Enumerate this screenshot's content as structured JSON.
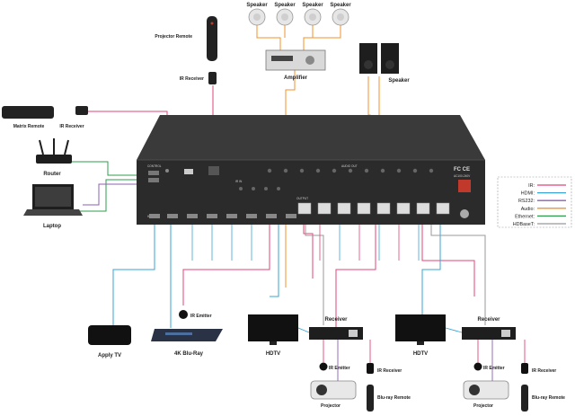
{
  "labels": {
    "speaker_1": "Speaker",
    "speaker_2": "Speaker",
    "speaker_3": "Speaker",
    "speaker_4": "Speaker",
    "projector_remote": "Projector Remote",
    "ir_receiver_top": "IR Receiver",
    "amplifier": "Amplifier",
    "speaker_box": "Speaker",
    "matrix_remote": "Matrix Remote",
    "ir_receiver_left": "IR Receiver",
    "router": "Router",
    "laptop": "Laptop",
    "apple_tv": "Apply TV",
    "bluray_player": "4K Blu-Ray",
    "ir_emitter_bluray": "IR Emitter",
    "hdtv_1": "HDTV",
    "hdtv_2": "HDTV",
    "receiver_1": "Receiver",
    "receiver_2": "Receiver",
    "ir_emitter_1": "IR Emitter",
    "ir_receiver_1": "IR Receiver",
    "ir_emitter_2": "IR Emitter",
    "ir_receiver_2": "IR Receiver",
    "projector_1": "Projector",
    "projector_2": "Projector",
    "bluray_remote_1": "Blu-ray Remote",
    "bluray_remote_2": "Blu-ray Remote"
  },
  "legend": {
    "items": [
      {
        "label": "IR:",
        "color": "#e0457b"
      },
      {
        "label": "HDMI:",
        "color": "#3aa3d6"
      },
      {
        "label": "RS232:",
        "color": "#8e5fb0"
      },
      {
        "label": "Audio:",
        "color": "#f0932b"
      },
      {
        "label": "Ethernet:",
        "color": "#2e9e4d"
      },
      {
        "label": "HDBaseT:",
        "color": "#999999"
      }
    ]
  },
  "device_panel": {
    "control": "CONTROL",
    "hdmi_in": "HDMI IN",
    "ir_in": "IR IN",
    "audio_out": "AUDIO OUT",
    "output": "OUTPUT",
    "power": "AC100-240V",
    "cert": "FC CE"
  },
  "colors": {
    "ir": "#e0457b",
    "hdmi": "#3aa3d6",
    "rs232": "#8e5fb0",
    "audio": "#f0932b",
    "ethernet": "#2e9e4d",
    "hdbaset": "#999999",
    "device_dark": "#2b2b2b",
    "device_top": "#3a3a3a"
  }
}
